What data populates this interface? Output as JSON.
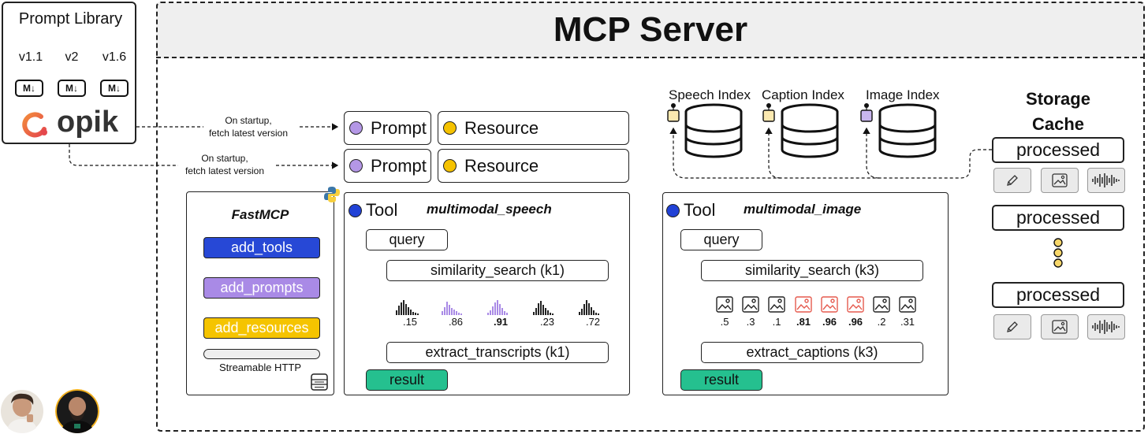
{
  "server": {
    "title": "MCP Server"
  },
  "library": {
    "title": "Prompt Library",
    "versions": [
      "v1.1",
      "v2",
      "v1.6"
    ],
    "md_icon_text": "M↓",
    "brand": "opik"
  },
  "notes": {
    "startup": "On startup,",
    "fetch": "fetch latest version"
  },
  "prompt_rows": [
    {
      "prompt": "Prompt",
      "resource": "Resource"
    },
    {
      "prompt": "Prompt",
      "resource": "Resource"
    }
  ],
  "fastmcp": {
    "title": "FastMCP",
    "steps": [
      "add_tools",
      "add_prompts",
      "add_resources"
    ],
    "transport": "Streamable HTTP"
  },
  "tool_speech": {
    "label": "Tool",
    "name": "multimodal_speech",
    "query": "query",
    "search": "similarity_search (k1)",
    "scores": [
      ".15",
      ".86",
      ".91",
      ".23",
      ".72"
    ],
    "extract": "extract_transcripts (k1)",
    "result": "result"
  },
  "tool_image": {
    "label": "Tool",
    "name": "multimodal_image",
    "query": "query",
    "search": "similarity_search (k3)",
    "scores": [
      ".5",
      ".3",
      ".1",
      ".81",
      ".96",
      ".96",
      ".2",
      ".31"
    ],
    "extract": "extract_captions (k3)",
    "result": "result"
  },
  "indexes": [
    "Speech Index",
    "Caption Index",
    "Image Index"
  ],
  "storage": {
    "title_line1": "Storage",
    "title_line2": "Cache",
    "items": [
      "processed",
      "processed",
      "processed"
    ]
  },
  "colors": {
    "prompt_dot": "#b497e6",
    "resource_dot": "#f5c200",
    "tool_dot": "#2142d6",
    "add_tools": "#2748d6",
    "add_prompts": "#a98ae6",
    "add_resources": "#f5c400",
    "result": "#25c08f",
    "highlight_red": "#e55a4e"
  }
}
